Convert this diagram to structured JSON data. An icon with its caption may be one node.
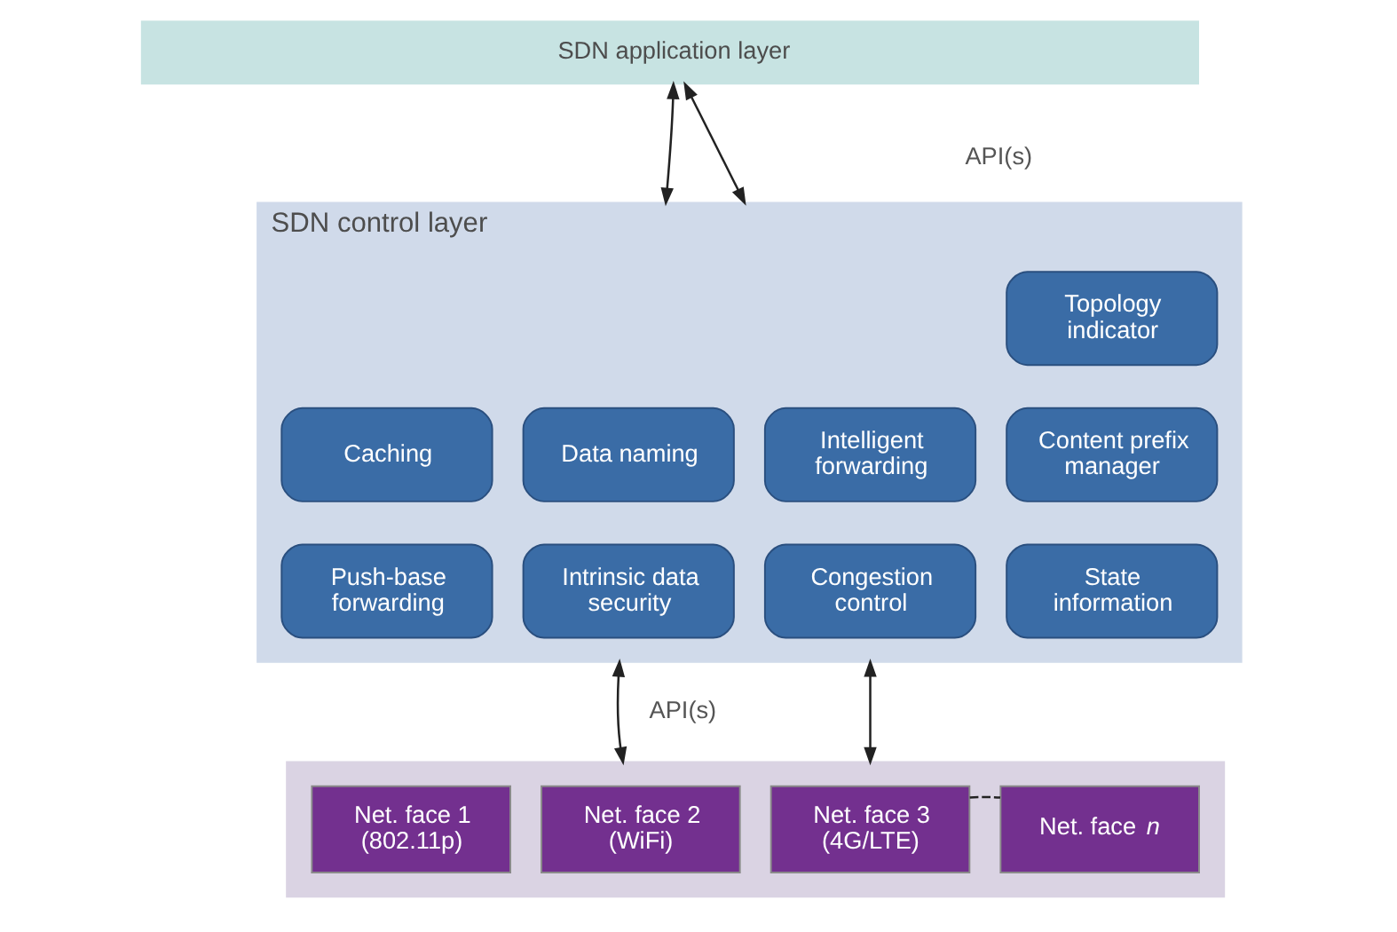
{
  "diagram": {
    "nodes": [
      {
        "text": [
          "SDN application layer"
        ]
      },
      {
        "text": [
          "SDN control layer"
        ]
      },
      {
        "text": [
          "Topology indicator"
        ],
        "in": 1
      },
      {
        "text": [
          "Caching"
        ],
        "in": 1
      },
      {
        "text": [
          "Data naming"
        ],
        "in": 1
      },
      {
        "text": [
          "Intelligent forwarding"
        ],
        "in": 1
      },
      {
        "text": [
          "Content prefix manager"
        ],
        "in": 1
      },
      {
        "text": [
          "Push-base forwarding"
        ],
        "in": 1
      },
      {
        "text": [
          "Intrinsic data security"
        ],
        "in": 1
      },
      {
        "text": [
          "Congestion control"
        ],
        "in": 1
      },
      {
        "text": [
          "State information"
        ],
        "in": 1
      },
      {
        "text": [],
        "shape": "box"
      },
      {
        "text": [
          "Net. face 1 (802.11p)"
        ],
        "in": 11
      },
      {
        "text": [
          "Net. face 2 (WiFi)"
        ],
        "in": 11
      },
      {
        "text": [
          "Net. face 3 (4G/LTE)"
        ],
        "in": 11
      },
      {
        "text": [
          "Net. face *n*"
        ],
        "in": 11
      }
    ],
    "edges": [
      {
        "from": 0,
        "to": 1,
        "arrow": "both"
      },
      {
        "from": 0,
        "to": 1,
        "arrow": "both"
      },
      {
        "from": 1,
        "to": 11,
        "arrow": "both"
      },
      {
        "from": 1,
        "to": 11,
        "arrow": "both"
      },
      {
        "from": 14,
        "to": 15,
        "arrow": "none",
        "style": "dashed"
      }
    ],
    "labels": [
      "API(s)",
      "API(s)"
    ]
  }
}
